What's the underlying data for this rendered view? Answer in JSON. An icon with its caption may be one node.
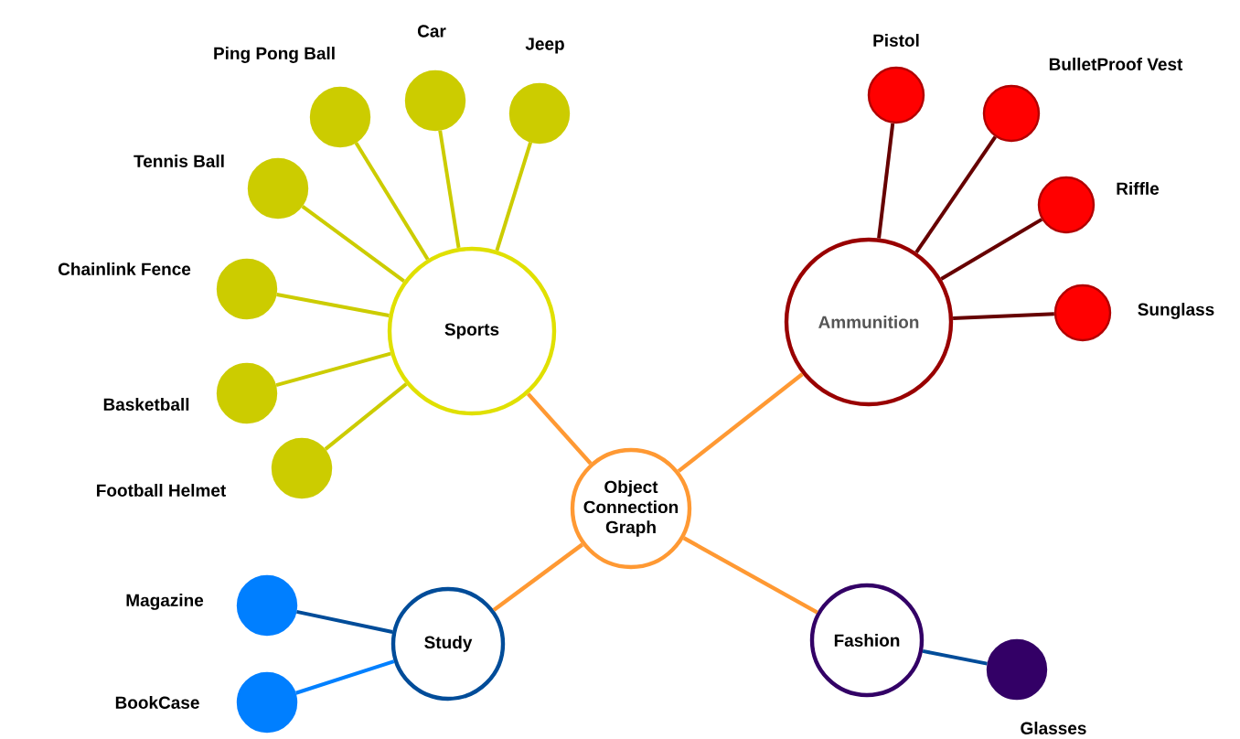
{
  "diagram": {
    "nodes": [
      {
        "text": [
          "Object Connection Graph"
        ]
      },
      {
        "text": [
          "Sports"
        ]
      },
      {
        "text": [
          "Ping Pong Ball"
        ]
      },
      {
        "text": [
          "Car"
        ]
      },
      {
        "text": [
          "Jeep"
        ]
      },
      {
        "text": [
          "Tennis Ball"
        ]
      },
      {
        "text": [
          "Chainlink Fence"
        ]
      },
      {
        "text": [
          "Basketball"
        ]
      },
      {
        "text": [
          "Football Helmet"
        ]
      },
      {
        "text": [
          "Ammunition"
        ]
      },
      {
        "text": [
          "Pistol"
        ]
      },
      {
        "text": [
          "BulletProof Vest"
        ]
      },
      {
        "text": [
          "Riffle"
        ]
      },
      {
        "text": [
          "Sunglass"
        ]
      },
      {
        "text": [
          "Study"
        ]
      },
      {
        "text": [
          "Magazine"
        ]
      },
      {
        "text": [
          "BookCase"
        ]
      },
      {
        "text": [
          "Fashion"
        ]
      },
      {
        "text": [
          "Glasses"
        ]
      }
    ],
    "edges": [
      {
        "from": 0,
        "to": 1,
        "arrow": "none",
        "color": "#ff9933"
      },
      {
        "from": 0,
        "to": 9,
        "arrow": "none",
        "color": "#ff9933"
      },
      {
        "from": 0,
        "to": 14,
        "arrow": "none",
        "color": "#ff9933"
      },
      {
        "from": 0,
        "to": 17,
        "arrow": "none",
        "color": "#ff9933"
      },
      {
        "from": 1,
        "to": 2,
        "arrow": "none"
      },
      {
        "from": 1,
        "to": 3,
        "arrow": "none"
      },
      {
        "from": 1,
        "to": 4,
        "arrow": "none"
      },
      {
        "from": 1,
        "to": 5,
        "arrow": "none"
      },
      {
        "from": 1,
        "to": 6,
        "arrow": "none"
      },
      {
        "from": 1,
        "to": 7,
        "arrow": "none"
      },
      {
        "from": 1,
        "to": 8,
        "arrow": "none"
      },
      {
        "from": 9,
        "to": 10,
        "arrow": "none",
        "color": "#660000"
      },
      {
        "from": 9,
        "to": 11,
        "arrow": "none",
        "color": "#660000"
      },
      {
        "from": 9,
        "to": 12,
        "arrow": "none",
        "color": "#660000"
      },
      {
        "from": 9,
        "to": 13,
        "arrow": "none",
        "color": "#660000"
      },
      {
        "from": 14,
        "to": 15,
        "arrow": "none",
        "color": "#004c99"
      },
      {
        "from": 14,
        "to": 16,
        "arrow": "none",
        "color": "#0080ff"
      },
      {
        "from": 17,
        "to": 18,
        "arrow": "none",
        "color": "#004c99"
      }
    ]
  }
}
